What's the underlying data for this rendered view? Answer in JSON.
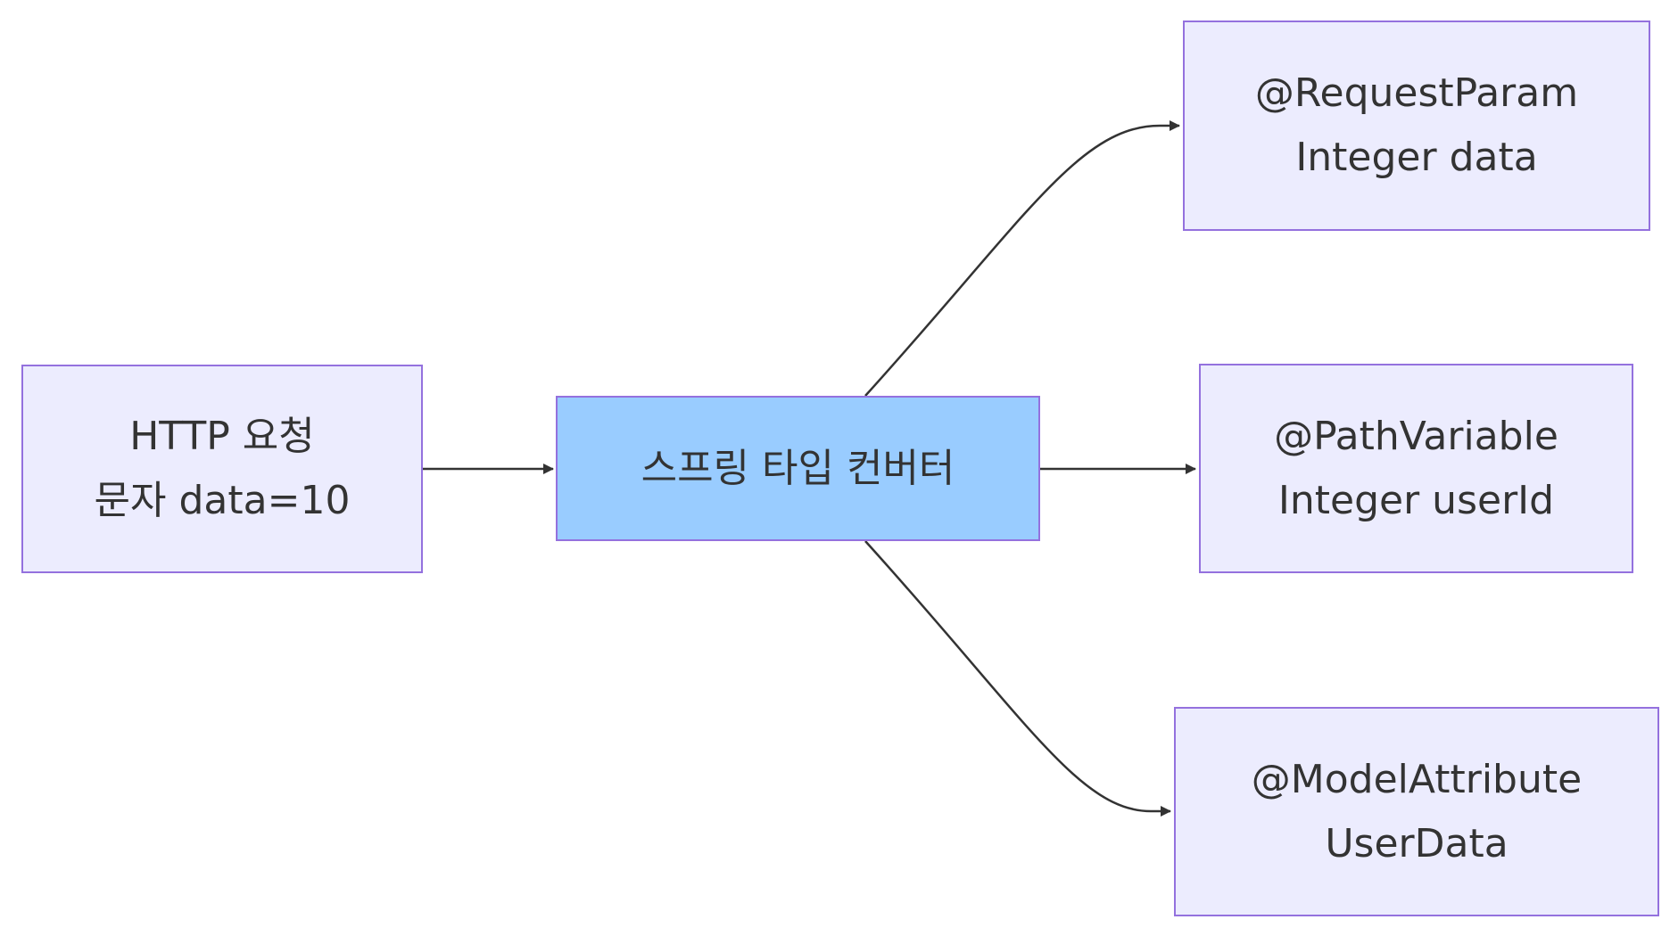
{
  "nodes": {
    "http_request": {
      "line1": "HTTP 요청",
      "line2": "문자 data=10"
    },
    "type_converter": {
      "label": "스프링 타입 컨버터"
    },
    "request_param": {
      "line1": "@RequestParam",
      "line2": "Integer data"
    },
    "path_variable": {
      "line1": "@PathVariable",
      "line2": "Integer userId"
    },
    "model_attribute": {
      "line1": "@ModelAttribute",
      "line2": "UserData"
    }
  },
  "colors": {
    "node_fill": "#ececfe",
    "highlight_fill": "#99ccff",
    "node_border": "#9471de",
    "edge": "#333333",
    "text": "#333333"
  }
}
